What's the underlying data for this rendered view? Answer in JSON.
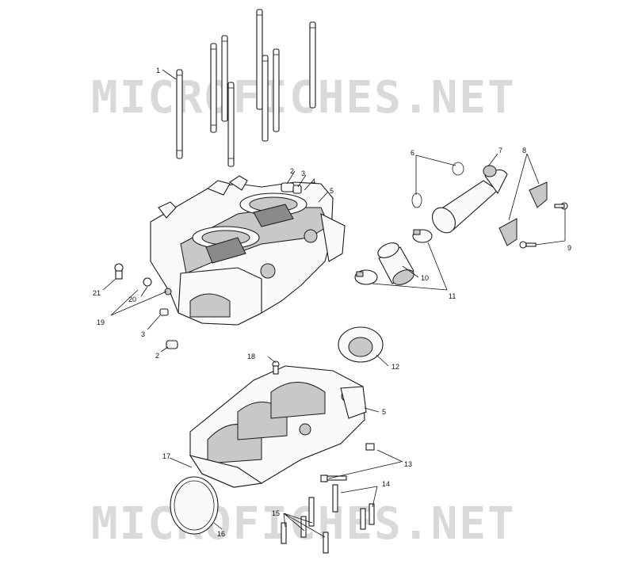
{
  "watermark": "MICROFICHES.NET",
  "callouts": [
    {
      "id": "c1",
      "label": "1"
    },
    {
      "id": "c2a",
      "label": "2"
    },
    {
      "id": "c3a",
      "label": "3"
    },
    {
      "id": "c4",
      "label": "4"
    },
    {
      "id": "c5a",
      "label": "5"
    },
    {
      "id": "c6",
      "label": "6"
    },
    {
      "id": "c7",
      "label": "7"
    },
    {
      "id": "c8",
      "label": "8"
    },
    {
      "id": "c9",
      "label": "9"
    },
    {
      "id": "c10",
      "label": "10"
    },
    {
      "id": "c11",
      "label": "11"
    },
    {
      "id": "c12",
      "label": "12"
    },
    {
      "id": "c5b",
      "label": "5"
    },
    {
      "id": "c13",
      "label": "13"
    },
    {
      "id": "c14",
      "label": "14"
    },
    {
      "id": "c15",
      "label": "15"
    },
    {
      "id": "c16",
      "label": "16"
    },
    {
      "id": "c17",
      "label": "17"
    },
    {
      "id": "c18",
      "label": "18"
    },
    {
      "id": "c19",
      "label": "19"
    },
    {
      "id": "c20",
      "label": "20"
    },
    {
      "id": "c21",
      "label": "21"
    },
    {
      "id": "c3b",
      "label": "3"
    },
    {
      "id": "c2b",
      "label": "2"
    }
  ]
}
